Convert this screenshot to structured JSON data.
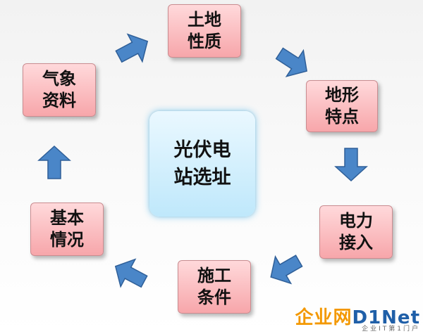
{
  "center": {
    "label": "光伏电\n站选址"
  },
  "nodes": [
    {
      "id": "soil",
      "label": "土地\n性质"
    },
    {
      "id": "terrain",
      "label": "地形\n特点"
    },
    {
      "id": "grid",
      "label": "电力\n接入"
    },
    {
      "id": "construction",
      "label": "施工\n条件"
    },
    {
      "id": "basic",
      "label": "基本\n情况"
    },
    {
      "id": "weather",
      "label": "气象\n资料"
    }
  ],
  "colors": {
    "node_fill": "#f7a6aa",
    "center_fill": "#bfe8fb",
    "arrow_fill": "#4a86c8"
  },
  "watermark": {
    "cn": "企业网",
    "en": "D1Net",
    "sub": "企业IT第1门户"
  }
}
